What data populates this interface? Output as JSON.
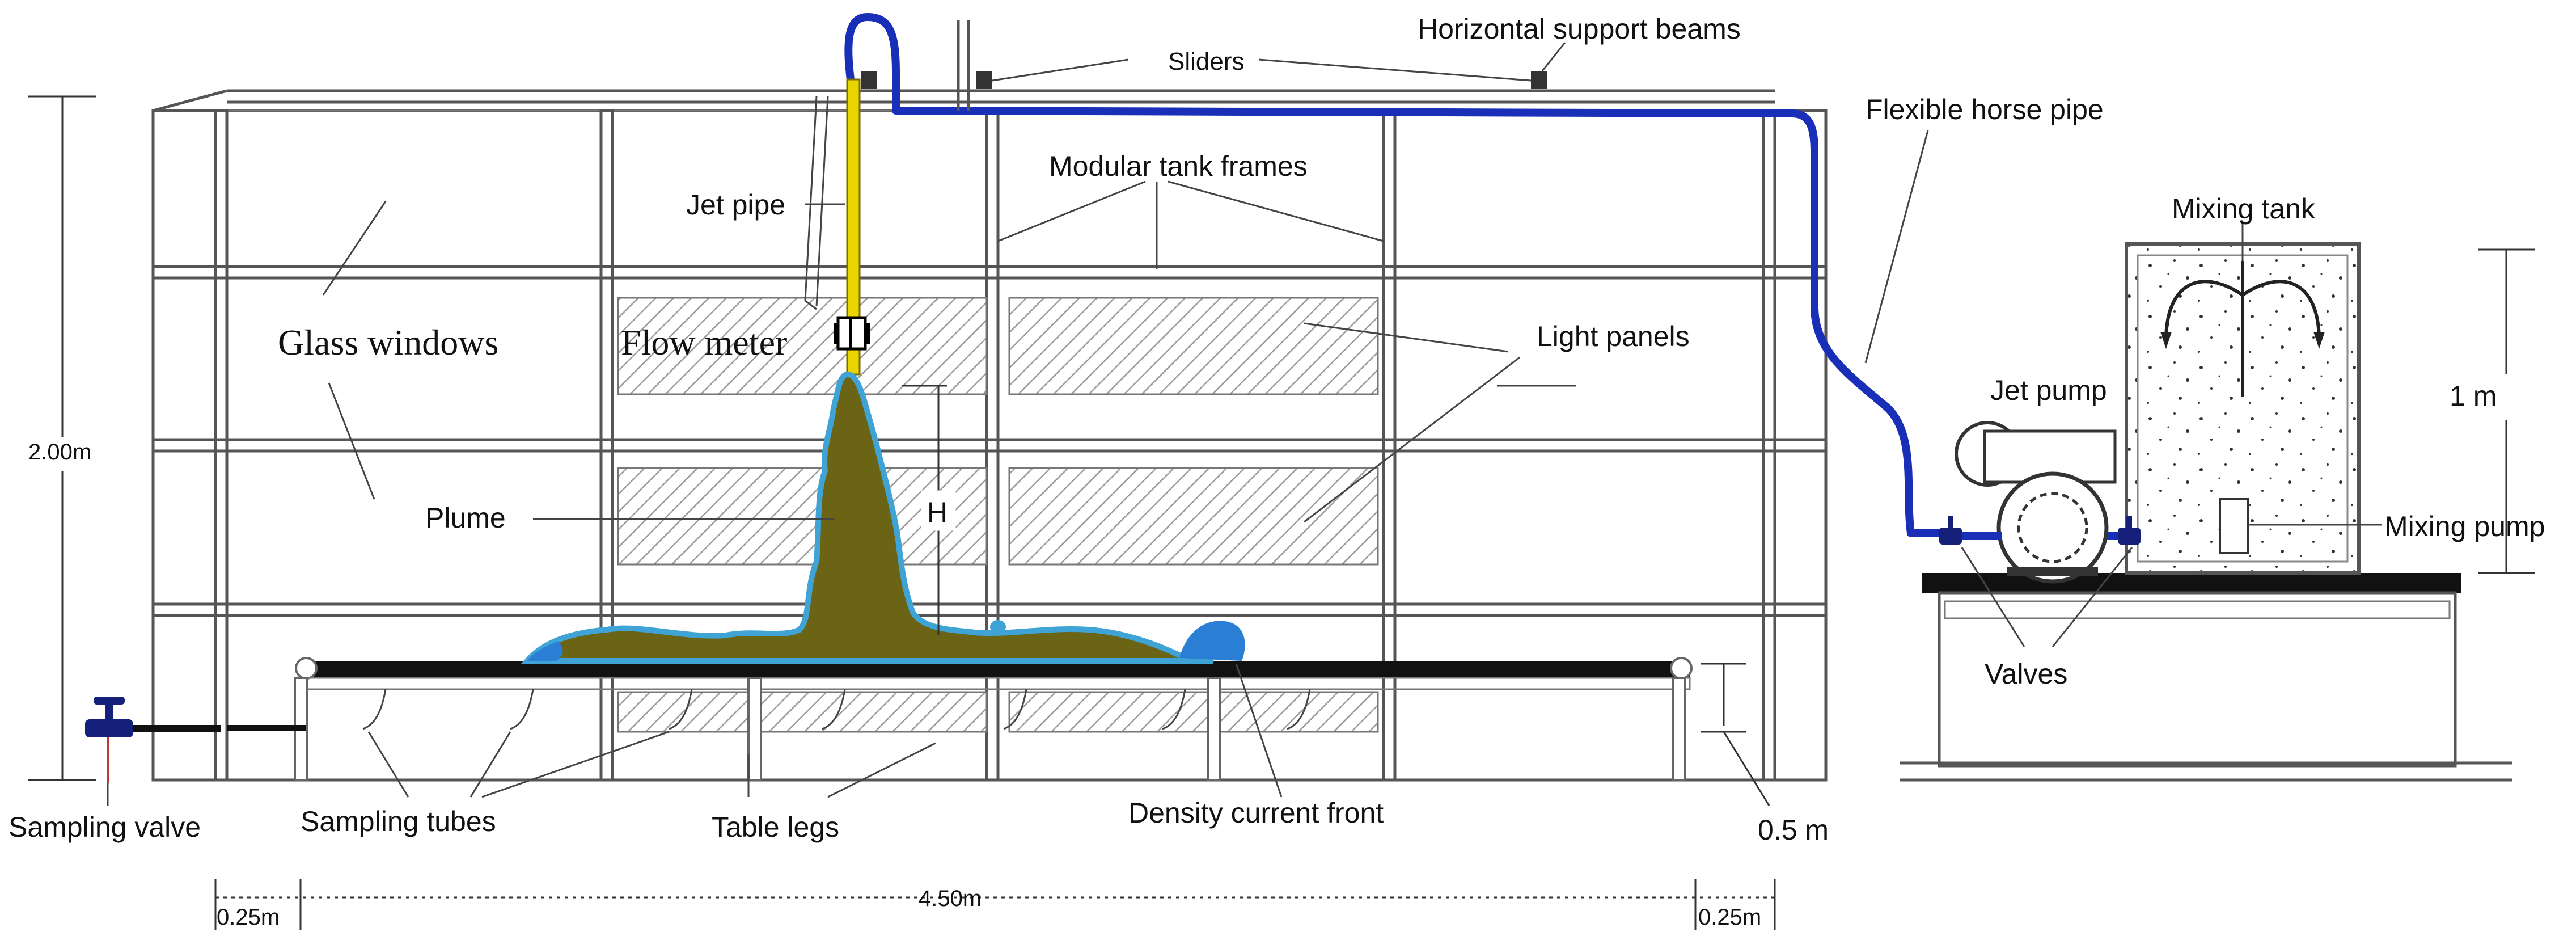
{
  "diagram": {
    "labels": {
      "horizontal_support_beams": "Horizontal support beams",
      "sliders": "Sliders",
      "flexible_horse_pipe": "Flexible horse pipe",
      "jet_pipe": "Jet pipe",
      "modular_tank_frames": "Modular tank frames",
      "mixing_tank": "Mixing tank",
      "glass_windows": "Glass windows",
      "flow_meter": "Flow meter",
      "light_panels": "Light panels",
      "jet_pump": "Jet pump",
      "plume": "Plume",
      "h": "H",
      "mixing_pump": "Mixing pump",
      "valves": "Valves",
      "sampling_valve": "Sampling valve",
      "sampling_tubes": "Sampling tubes",
      "table_legs": "Table legs",
      "density_current_front": "Density current front"
    },
    "dimensions": {
      "height_total": "2.00m",
      "mixing_tank_height": "1 m",
      "table_height": "0.5 m",
      "left_offset": "0.25m",
      "tank_length": "4.50m",
      "right_offset": "0.25m"
    },
    "colors": {
      "hose": "#1a2fb8",
      "jet_pipe": "#e8d400",
      "plume": "#6b6414",
      "plume_edge": "#3fa3d6",
      "valve": "#14207a",
      "frame": "#555555",
      "table": "#111111"
    }
  }
}
